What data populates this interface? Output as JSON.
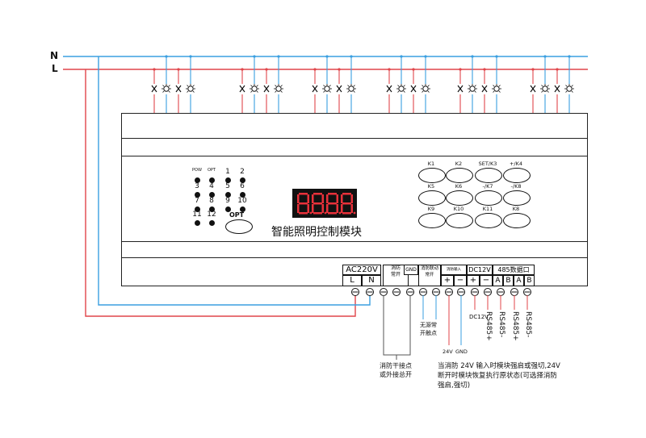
{
  "bus": {
    "n_label": "N",
    "l_label": "L",
    "n_color": "#3a9fe0",
    "l_color": "#e0454a"
  },
  "module": {
    "title": "智能照明控制模块",
    "leds": [
      {
        "label": "POW"
      },
      {
        "label": "OPT"
      },
      {
        "label": "1"
      },
      {
        "label": "2"
      },
      {
        "label": "3"
      },
      {
        "label": "4"
      },
      {
        "label": "5"
      },
      {
        "label": "6"
      },
      {
        "label": "7"
      },
      {
        "label": "8"
      },
      {
        "label": "9"
      },
      {
        "label": "10"
      },
      {
        "label": "11"
      },
      {
        "label": "12"
      }
    ],
    "opt_button": "OPT",
    "keys": [
      {
        "label": "K1"
      },
      {
        "label": "K2"
      },
      {
        "label": "SET/K3"
      },
      {
        "label": "+/K4"
      },
      {
        "label": "K5"
      },
      {
        "label": "K6"
      },
      {
        "label": "-/K7"
      },
      {
        "label": "-/K8"
      },
      {
        "label": "K9"
      },
      {
        "label": "K10"
      },
      {
        "label": "K11"
      },
      {
        "label": "K8"
      }
    ]
  },
  "terminals": {
    "ac_header": "AC220V",
    "ac_l": "L",
    "ac_n": "N",
    "fire_header_1": "消防",
    "fire_header_2": "常开",
    "gnd_header": "GND",
    "fire_in_header": "消防联动",
    "fire_in_header_2": "常开",
    "fire24_header": "消防输入DC24V",
    "plus": "+",
    "minus": "−",
    "dc12_header": "DC12V",
    "rs485_header": "485数据口",
    "a": "A",
    "b": "B"
  },
  "annotations": {
    "dry_contact": [
      "消防干接点",
      "或外接总开"
    ],
    "no_contact": [
      "无源常",
      "开触点"
    ],
    "v24": "24V",
    "gnd": "GND",
    "dc12v": "DC12V",
    "rs485_plus_1": "RS485+",
    "rs485_minus_1": "RS485-",
    "rs485_plus_2": "RS485+",
    "rs485_minus_2": "RS485-",
    "note": [
      "当消防 24V 输入时模块强启或强切,24V",
      "断开时模块恢复执行原状态(可选择消防",
      "强启,强切)"
    ]
  }
}
